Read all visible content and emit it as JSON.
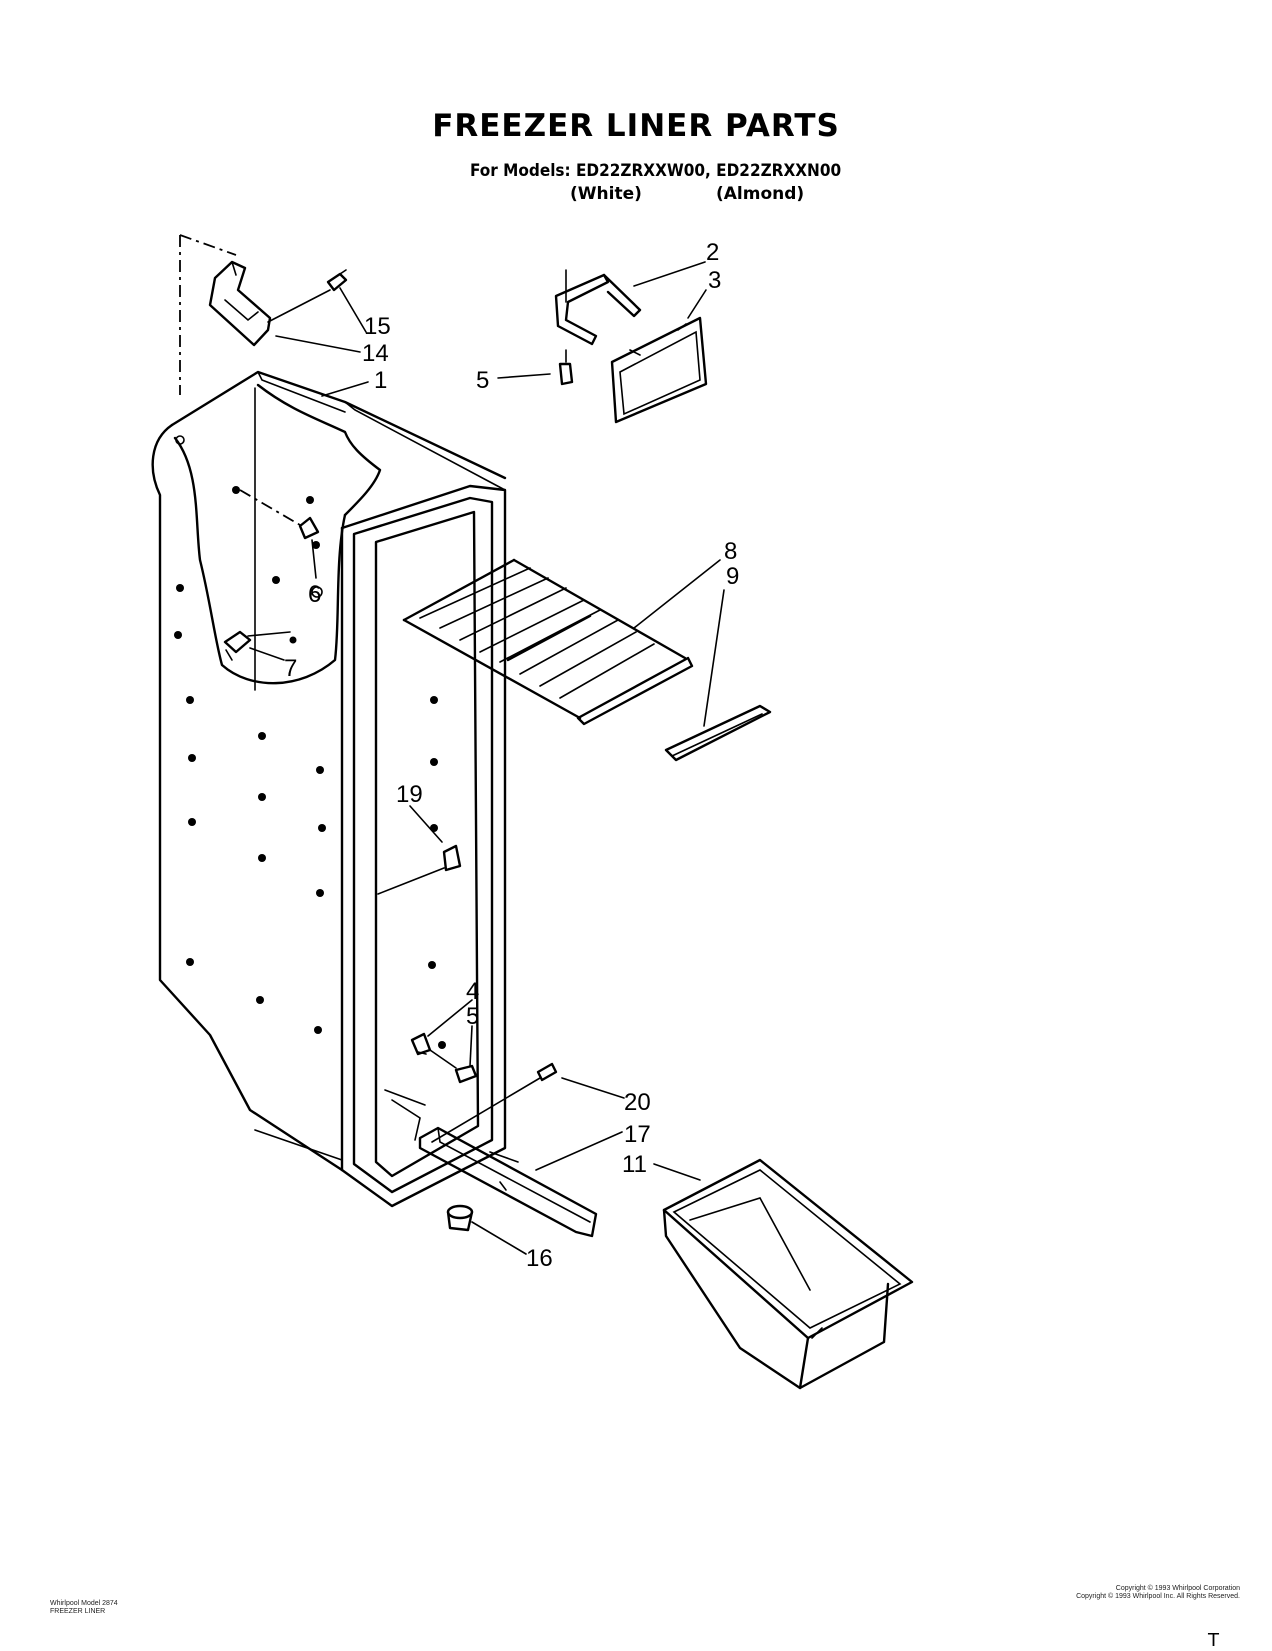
{
  "header": {
    "title": "FREEZER LINER PARTS",
    "models_line": "For Models: ED22ZRXXW00, ED22ZRXXN00",
    "variant_white": "(White)",
    "variant_almond": "(Almond)"
  },
  "callouts": [
    "1",
    "2",
    "3",
    "4",
    "5",
    "5",
    "6",
    "7",
    "8",
    "9",
    "11",
    "14",
    "15",
    "16",
    "17",
    "19",
    "20"
  ],
  "footer": {
    "left_line1": "Whirlpool Model 2874",
    "left_line2": "FREEZER LINER",
    "right_line1": "Copyright © 1993 Whirlpool Corporation",
    "right_line2": "Copyright © 1993 Whirlpool Inc. All Rights Reserved.",
    "page_mark": "T"
  }
}
